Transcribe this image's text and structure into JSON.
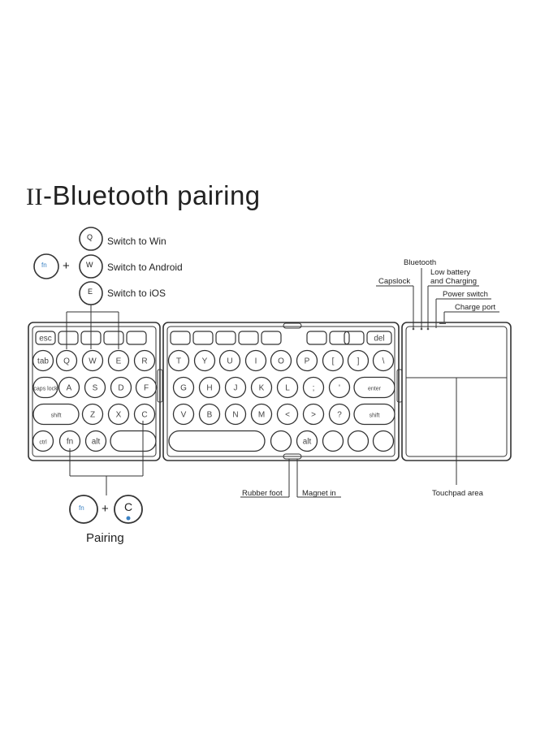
{
  "title": {
    "roman": "II",
    "dash": "-",
    "text": "Bluetooth pairing"
  },
  "os_switch": [
    {
      "key": "Q",
      "label": "Switch to Win"
    },
    {
      "key": "W",
      "label": "Switch to  Android"
    },
    {
      "key": "E",
      "label": "Switch to  iOS"
    }
  ],
  "fn_key": "fn",
  "plus": "+",
  "pairing": {
    "fn": "fn",
    "key": "C",
    "label": "Pairing"
  },
  "indicators": {
    "bluetooth": "Bluetooth",
    "capslock": "Capslock",
    "low_battery": "Low battery",
    "and_charging": "and Charging",
    "power_switch": "Power switch",
    "charge_port": "Charge port"
  },
  "callouts": {
    "rubber_foot": "Rubber foot",
    "magnet_in": "Magnet in",
    "touchpad_area": "Touchpad area"
  },
  "keyboard": {
    "left_rows": [
      [
        "esc",
        "",
        "",
        "",
        ""
      ],
      [
        "tab",
        "Q",
        "W",
        "E",
        "R"
      ],
      [
        "caps lock",
        "A",
        "S",
        "D",
        "F"
      ],
      [
        "shift",
        "Z",
        "X",
        "C"
      ],
      [
        "ctrl",
        "fn",
        "alt",
        ""
      ]
    ],
    "right_rows": [
      [
        "",
        "",
        "",
        "",
        "",
        "",
        "",
        "",
        "del"
      ],
      [
        "T",
        "Y",
        "U",
        "I",
        "O",
        "P",
        "[",
        "]",
        "\\"
      ],
      [
        "G",
        "H",
        "J",
        "K",
        "L",
        ";",
        "'",
        "enter"
      ],
      [
        "V",
        "B",
        "N",
        "M",
        "<",
        ">",
        "?",
        "shift"
      ],
      [
        "",
        "",
        "alt",
        "",
        "",
        "",
        ""
      ]
    ]
  }
}
